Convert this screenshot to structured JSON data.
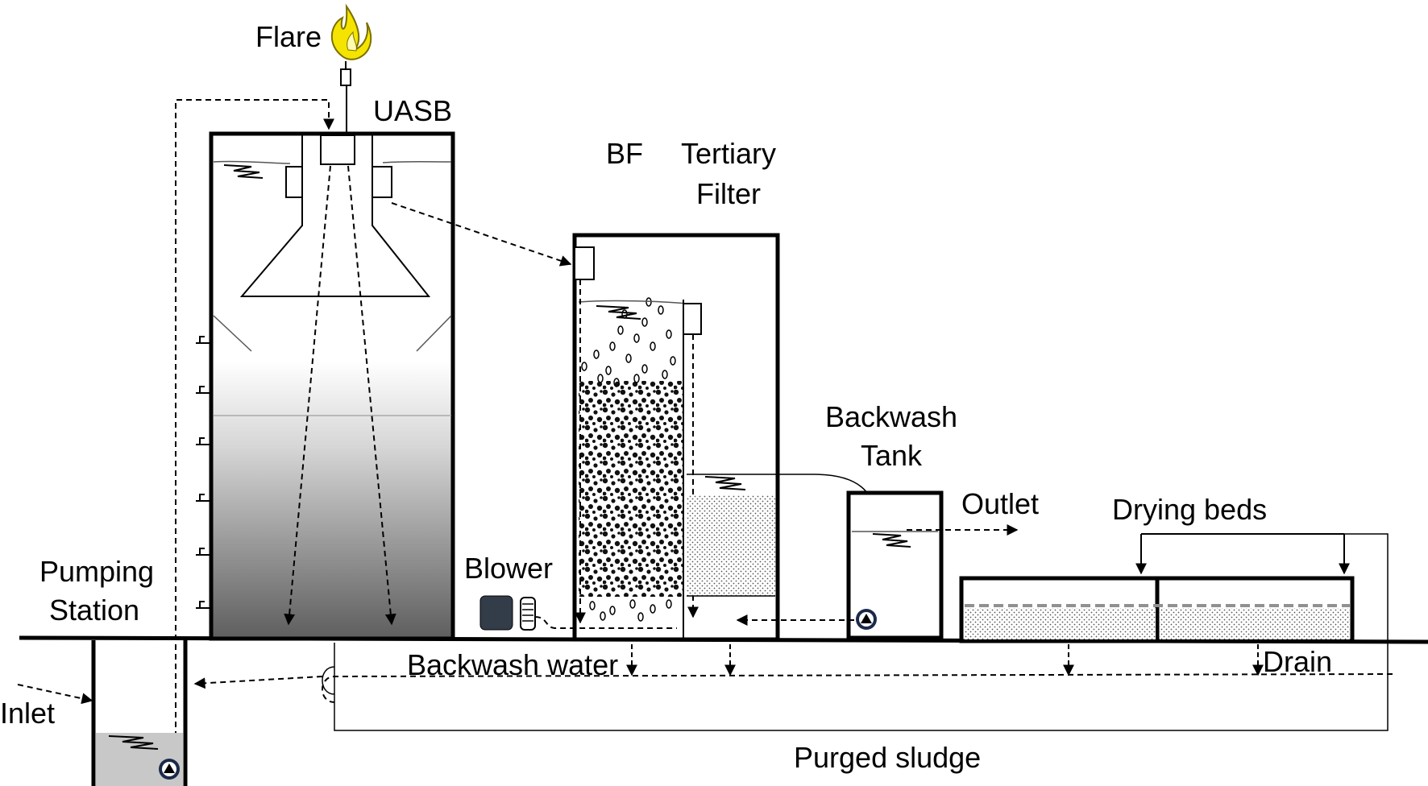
{
  "labels": {
    "flare": "Flare",
    "uasb": "UASB",
    "bf": "BF",
    "tertiary_filter_line1": "Tertiary",
    "tertiary_filter_line2": "Filter",
    "backwash_tank_line1": "Backwash",
    "backwash_tank_line2": "Tank",
    "outlet": "Outlet",
    "drying_beds": "Drying beds",
    "blower": "Blower",
    "pumping_station_line1": "Pumping",
    "pumping_station_line2": "Station",
    "inlet": "Inlet",
    "backwash_water": "Backwash water",
    "drain": "Drain",
    "purged_sludge": "Purged sludge"
  },
  "colors": {
    "line": "#000000",
    "flame_yellow": "#f5e400",
    "sludge_dark": "#555555",
    "water_grey": "#c8c8c8",
    "blower": "#333d4a",
    "pump_ring": "#1b2a4a",
    "bed_dash": "#909090"
  }
}
